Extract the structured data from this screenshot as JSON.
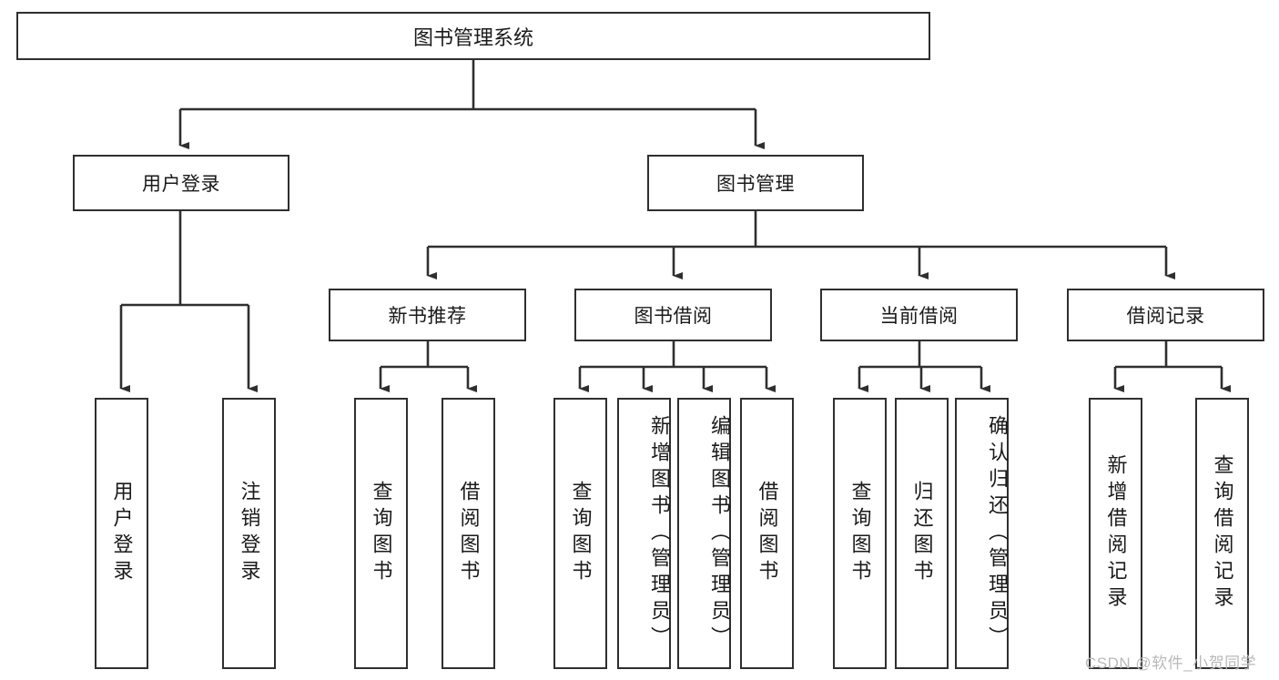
{
  "diagram": {
    "title": "图书管理系统",
    "type": "hierarchy-tree",
    "root": {
      "id": "root",
      "label": "图书管理系统"
    },
    "level2": [
      {
        "id": "user-login",
        "label": "用户登录"
      },
      {
        "id": "book-manage",
        "label": "图书管理"
      }
    ],
    "level3": [
      {
        "id": "new-book-recommend",
        "label": "新书推荐"
      },
      {
        "id": "book-borrow",
        "label": "图书借阅"
      },
      {
        "id": "current-borrow",
        "label": "当前借阅"
      },
      {
        "id": "borrow-record",
        "label": "借阅记录"
      }
    ],
    "leaves": {
      "user_login": [
        {
          "id": "leaf-user-login",
          "label": "用户登录"
        },
        {
          "id": "leaf-logout",
          "label": "注销登录"
        }
      ],
      "new_book_recommend": [
        {
          "id": "leaf-query-book-1",
          "label": "查询图书"
        },
        {
          "id": "leaf-borrow-book-1",
          "label": "借阅图书"
        }
      ],
      "book_borrow": [
        {
          "id": "leaf-query-book-2",
          "label": "查询图书"
        },
        {
          "id": "leaf-add-book",
          "label": "新增图书（管理员）"
        },
        {
          "id": "leaf-edit-book",
          "label": "编辑图书（管理员）"
        },
        {
          "id": "leaf-borrow-book-2",
          "label": "借阅图书"
        }
      ],
      "current_borrow": [
        {
          "id": "leaf-query-book-3",
          "label": "查询图书"
        },
        {
          "id": "leaf-return-book",
          "label": "归还图书"
        },
        {
          "id": "leaf-confirm-return",
          "label": "确认归还（管理员）"
        }
      ],
      "borrow_record": [
        {
          "id": "leaf-add-record",
          "label": "新增借阅记录"
        },
        {
          "id": "leaf-query-record",
          "label": "查询借阅记录"
        }
      ]
    }
  },
  "watermark": {
    "text": "CSDN @软件_小贺同学"
  },
  "colors": {
    "border": "#2f2f2f",
    "fill": "#ffffff",
    "line": "#2f2f2f",
    "text": "#1a1a1a",
    "watermark": "#b9b9b9"
  }
}
